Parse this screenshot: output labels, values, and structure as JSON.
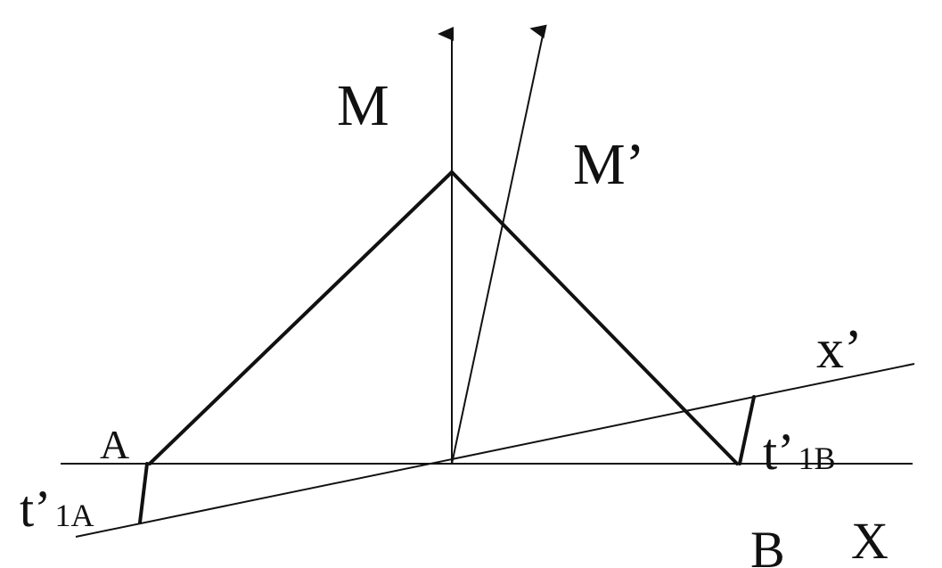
{
  "labels": {
    "m": "M",
    "m_prime": "M’",
    "x_prime": "x’",
    "a": "A",
    "t_1a_main": "t’",
    "t_1a_sub": "1A",
    "t_1b_main": "t’",
    "t_1b_sub": "1B",
    "b": "B",
    "x": "X"
  },
  "colors": {
    "stroke": "#111111",
    "background": "#ffffff"
  }
}
